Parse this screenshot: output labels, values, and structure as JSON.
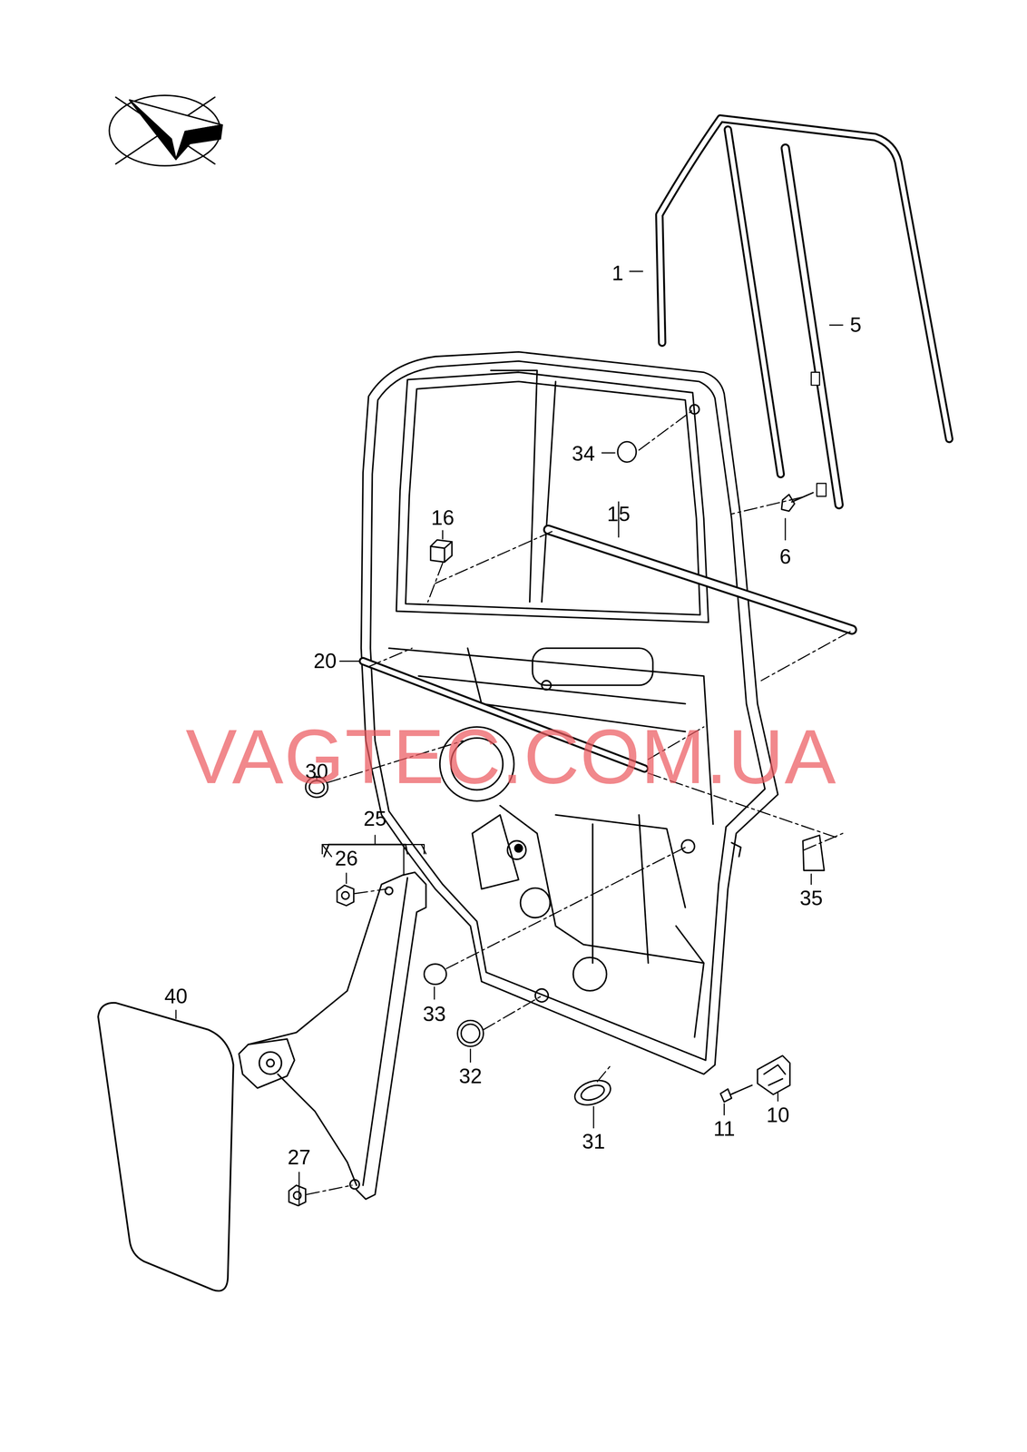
{
  "diagram": {
    "labels": [
      "1",
      "5",
      "34",
      "6",
      "16",
      "15",
      "20",
      "30",
      "25",
      "26",
      "35",
      "33",
      "32",
      "40",
      "10",
      "11",
      "31",
      "27",
      "VAGTEC.COM.UA"
    ]
  }
}
